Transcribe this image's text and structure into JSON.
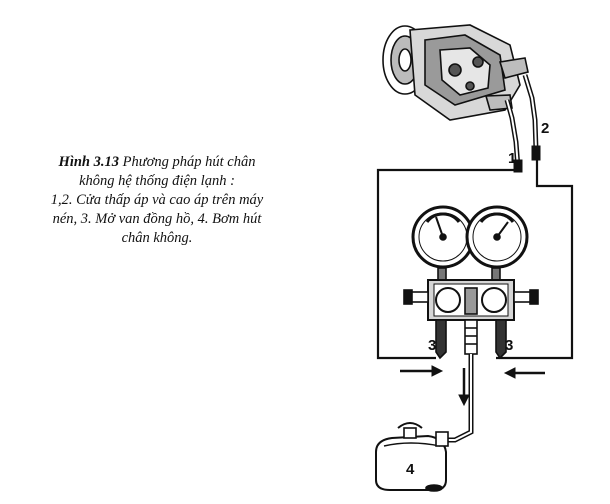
{
  "caption": {
    "figure_label": "Hình  3.13",
    "title_rest": "Phương pháp hút chân",
    "line2": "không hệ thống điện lạnh :",
    "line3": "1,2.  Cửa thấp áp và cao áp trên máy",
    "line4": "nén,  3.  Mở van đồng hồ,  4.  Bơm hút",
    "line5": "chân không."
  },
  "callouts": {
    "low_port": "1",
    "high_port": "2",
    "valve_left": "3",
    "valve_right": "3",
    "vacuum_pump": "4"
  }
}
